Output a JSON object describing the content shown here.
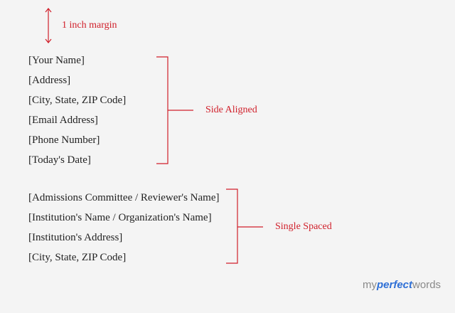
{
  "margin_annotation": {
    "label": "1 inch margin"
  },
  "sender_block": {
    "lines": [
      "[Your Name]",
      "[Address]",
      "[City, State, ZIP Code]",
      "[Email Address]",
      "[Phone Number]",
      "[Today's Date]"
    ],
    "annotation": "Side Aligned"
  },
  "recipient_block": {
    "lines": [
      "[Admissions Committee / Reviewer's Name]",
      "[Institution's Name / Organization's Name]",
      "[Institution's Address]",
      "[City, State, ZIP Code]"
    ],
    "annotation": "Single Spaced"
  },
  "logo": {
    "part1": "my",
    "part2": "perfect",
    "part3": "words"
  },
  "colors": {
    "annotation": "#d01f2a",
    "text": "#222222",
    "logo_accent": "#2e6fd6",
    "logo_gray": "#8a8a8a"
  }
}
